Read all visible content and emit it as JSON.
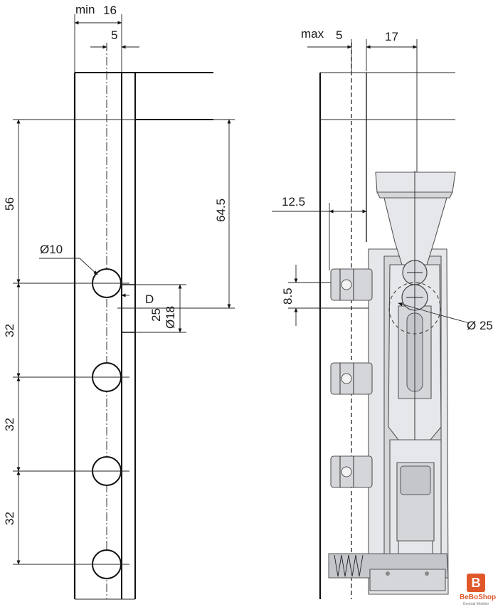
{
  "left_view": {
    "dims": {
      "min_label": "min",
      "width_16": "16",
      "offset_5": "5",
      "spacing_56": "56",
      "height_64_5": "64.5",
      "hole_dia": "Ø10",
      "spacing_32_a": "32",
      "spacing_32_b": "32",
      "spacing_32_c": "32",
      "depth_label": "D",
      "depth_25": "25",
      "dia_18": "Ø18"
    }
  },
  "right_view": {
    "dims": {
      "max_label": "max",
      "offset_5": "5",
      "offset_17": "17",
      "offset_12_5": "12.5",
      "offset_8_5": "8.5",
      "dia_25": "Ø 25"
    }
  },
  "logo": {
    "mark": "B",
    "name": "BeBoShop",
    "subtitle": "Gentrail Mobilier"
  }
}
